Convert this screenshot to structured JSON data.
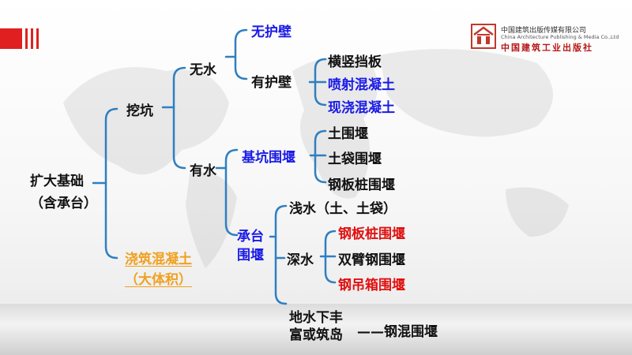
{
  "publisher": {
    "name_cn": "中国建筑出版传媒有限公司",
    "name_en": "China Architecture Publishing & Media Co.,Ltd",
    "name_calligraphy": "中国建筑工业出版社"
  },
  "tree": {
    "root": [
      "扩大基础",
      "（含承台）"
    ],
    "wakeng": "挖坑",
    "wushui": "无水",
    "wuhubi": "无护壁",
    "youhubi": "有护壁",
    "hengshu": "横竖挡板",
    "penshe": "喷射混凝土",
    "xianjiao": "现浇混凝土",
    "youshui": "有水",
    "jikeng": "基坑围堰",
    "tuweiyan": "土围堰",
    "tudai": "土袋围堰",
    "gangbanzhuang": "钢板桩围堰",
    "chengtai": [
      "承台",
      "围堰"
    ],
    "qianshui": "浅水（土、土袋）",
    "shenshui": "深水",
    "shenshui_gbz": "钢板桩围堰",
    "shuangbi": "双臂钢围堰",
    "diaoxiang": "钢吊箱围堰",
    "dishui": [
      "地水下丰",
      "富或筑岛"
    ],
    "ganghun": "——钢混围堰",
    "jiaozhu": [
      "浇筑混凝土",
      "（大体积）"
    ]
  },
  "colors": {
    "black": "#111111",
    "blue": "#1a1ae6",
    "red": "#e01010",
    "orange": "#f0a020",
    "branch": "#2f7fc1"
  }
}
